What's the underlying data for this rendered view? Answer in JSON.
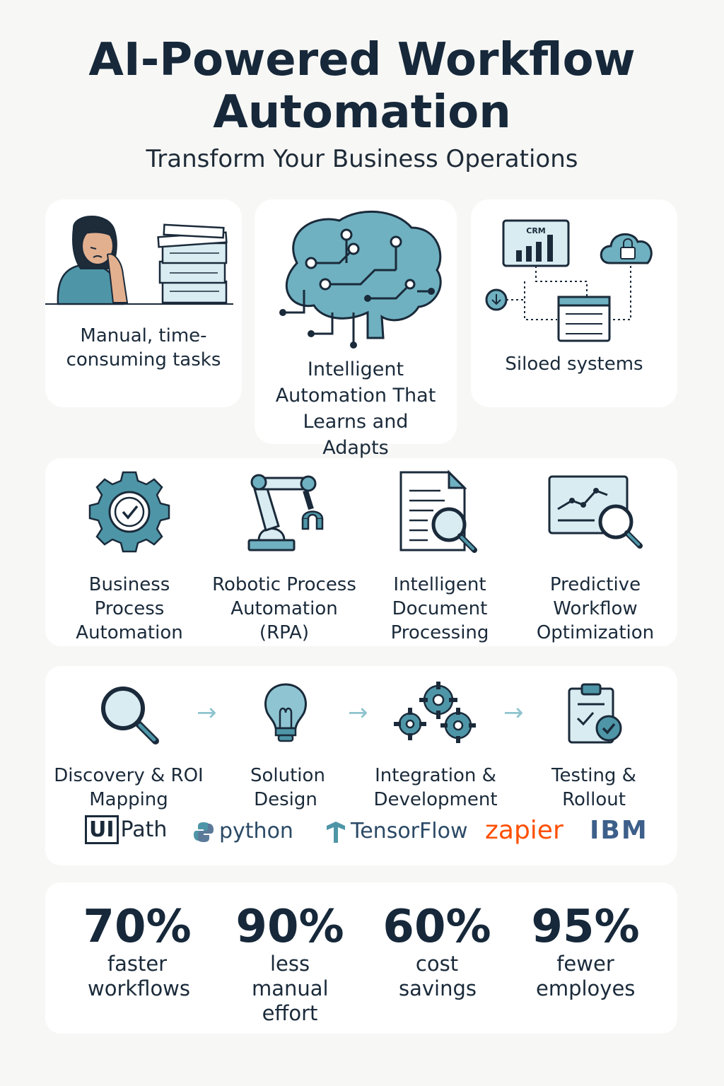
{
  "title_line1": "AI-Powered Workflow",
  "title_line2": "Automation",
  "subtitle": "Transform Your Business Operations",
  "problems": {
    "manual": "Manual, time-consuming tasks",
    "intelligent": "Intelligent Automation That Learns and Adapts",
    "siloed": "Siloed systems",
    "crm_label": "CRM"
  },
  "capabilities": [
    {
      "label": "Business Process Automation",
      "icon": "gear-check-icon"
    },
    {
      "label": "Robotic Process Automation (RPA)",
      "icon": "robot-arm-icon"
    },
    {
      "label": "Intelligent Document Processing",
      "icon": "document-search-icon"
    },
    {
      "label": "Predictive Workflow Optimization",
      "icon": "chart-search-icon"
    }
  ],
  "process": [
    {
      "label": "Discovery & ROI Mapping",
      "icon": "magnifier-icon"
    },
    {
      "label": "Solution Design",
      "icon": "lightbulb-icon"
    },
    {
      "label": "Integration & Development",
      "icon": "gears-icon"
    },
    {
      "label": "Testing & Rollout",
      "icon": "clipboard-check-icon"
    }
  ],
  "logos": {
    "uipath_box": "UI",
    "uipath_rest": "Path",
    "python": "python",
    "tensorflow": "TensorFlow",
    "zapier": "zapier",
    "ibm": "IBM"
  },
  "stats": [
    {
      "value": "70%",
      "label": "faster workflows"
    },
    {
      "value": "90%",
      "label": "less manual effort"
    },
    {
      "value": "60%",
      "label": "cost savings"
    },
    {
      "value": "95%",
      "label": "fewer employes"
    }
  ],
  "colors": {
    "teal": "#4e96a7",
    "teal_light": "#8fc5d2",
    "navy": "#16283a",
    "zapier": "#ff4f00",
    "ibm": "#3d5f8a"
  }
}
